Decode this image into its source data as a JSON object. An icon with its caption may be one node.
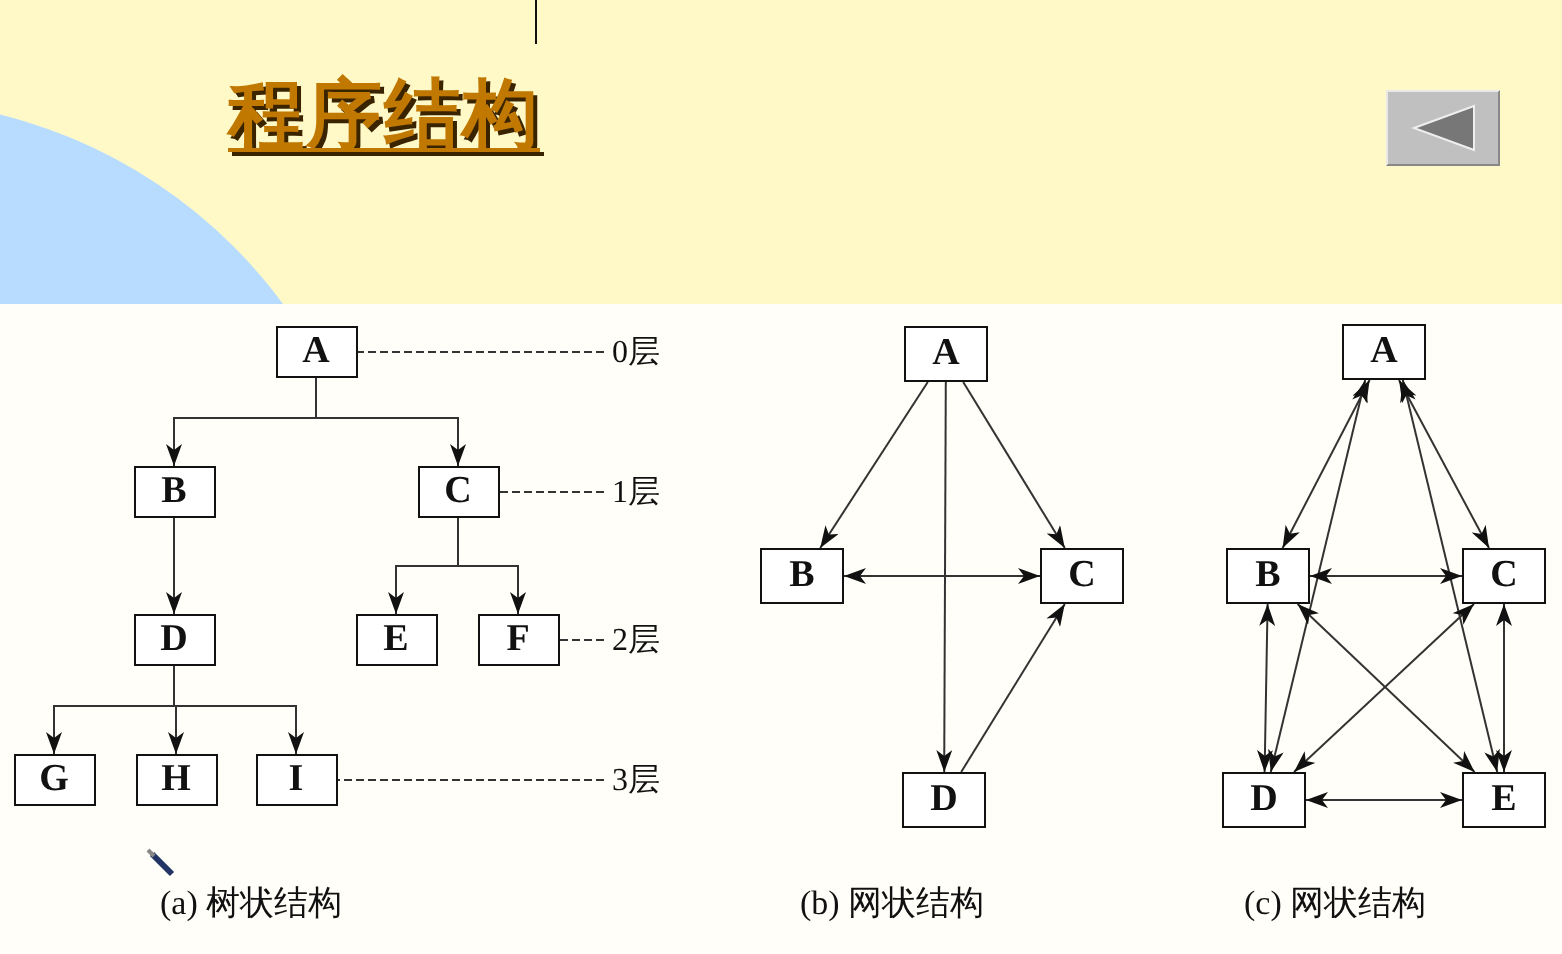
{
  "diagram": {
    "title": "程序结构",
    "nodes": [
      {
        "text": [
          "A"
        ]
      },
      {
        "text": [
          "B"
        ]
      },
      {
        "text": [
          "C"
        ]
      },
      {
        "text": [
          "D"
        ]
      },
      {
        "text": [
          "E"
        ]
      },
      {
        "text": [
          "F"
        ]
      },
      {
        "text": [
          "G"
        ]
      },
      {
        "text": [
          "H"
        ]
      },
      {
        "text": [
          "I"
        ]
      },
      {
        "text": [
          "0层"
        ]
      },
      {
        "text": [
          "1层"
        ]
      },
      {
        "text": [
          "2层"
        ]
      },
      {
        "text": [
          "3层"
        ]
      },
      {
        "text": [
          "A"
        ]
      },
      {
        "text": [
          "B"
        ]
      },
      {
        "text": [
          "C"
        ]
      },
      {
        "text": [
          "D"
        ]
      },
      {
        "text": [
          "A"
        ]
      },
      {
        "text": [
          "B"
        ]
      },
      {
        "text": [
          "C"
        ]
      },
      {
        "text": [
          "D"
        ]
      },
      {
        "text": [
          "E"
        ]
      }
    ],
    "edges": [
      {
        "from": 0,
        "to": 1,
        "arrow": "to"
      },
      {
        "from": 0,
        "to": 2,
        "arrow": "to"
      },
      {
        "from": 1,
        "to": 3,
        "arrow": "to"
      },
      {
        "from": 2,
        "to": 4,
        "arrow": "to"
      },
      {
        "from": 2,
        "to": 5,
        "arrow": "to"
      },
      {
        "from": 3,
        "to": 6,
        "arrow": "to"
      },
      {
        "from": 3,
        "to": 7,
        "arrow": "to"
      },
      {
        "from": 3,
        "to": 8,
        "arrow": "to"
      },
      {
        "from": 9,
        "to": 0,
        "arrow": "none",
        "style": "dashed"
      },
      {
        "from": 10,
        "to": 2,
        "arrow": "none",
        "style": "dashed"
      },
      {
        "from": 11,
        "to": 5,
        "arrow": "none",
        "style": "dashed"
      },
      {
        "from": 12,
        "to": 8,
        "arrow": "none",
        "style": "dashed"
      },
      {
        "from": 13,
        "to": 14,
        "arrow": "to"
      },
      {
        "from": 13,
        "to": 15,
        "arrow": "to"
      },
      {
        "from": 13,
        "to": 16,
        "arrow": "to"
      },
      {
        "from": 14,
        "to": 15,
        "arrow": "both"
      },
      {
        "from": 16,
        "to": 15,
        "arrow": "to"
      },
      {
        "from": 17,
        "to": 18,
        "arrow": "both"
      },
      {
        "from": 17,
        "to": 19,
        "arrow": "both"
      },
      {
        "from": 17,
        "to": 20,
        "arrow": "both"
      },
      {
        "from": 17,
        "to": 21,
        "arrow": "both"
      },
      {
        "from": 18,
        "to": 19,
        "arrow": "both"
      },
      {
        "from": 18,
        "to": 20,
        "arrow": "both"
      },
      {
        "from": 19,
        "to": 21,
        "arrow": "both"
      },
      {
        "from": 18,
        "to": 21,
        "arrow": "both"
      },
      {
        "from": 19,
        "to": 20,
        "arrow": "both"
      },
      {
        "from": 20,
        "to": 21,
        "arrow": "both"
      }
    ],
    "labels": [
      "(a) 树状结构",
      "(b) 网状结构",
      "(c) 网状结构"
    ]
  }
}
